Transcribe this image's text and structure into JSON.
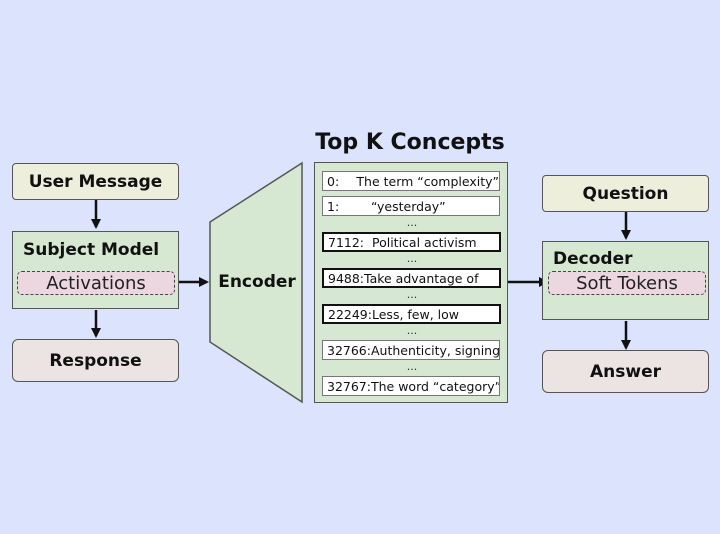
{
  "left": {
    "user_message": "User Message",
    "subject_model": "Subject Model",
    "activations": "Activations",
    "response": "Response"
  },
  "encoder": {
    "label": "Encoder"
  },
  "concepts": {
    "title": "Top K Concepts",
    "items": [
      {
        "index": "0:",
        "text": "The term “complexity”",
        "highlighted": false
      },
      {
        "index": "1:",
        "text": "“yesterday”",
        "highlighted": false
      },
      {
        "index": "7112:",
        "text": "Political activism",
        "highlighted": true
      },
      {
        "index": "9488:",
        "text": "Take advantage of",
        "highlighted": true
      },
      {
        "index": "22249:",
        "text": "Less, few, low",
        "highlighted": true
      },
      {
        "index": "32766:",
        "text": "Authenticity, signing",
        "highlighted": false
      },
      {
        "index": "32767:",
        "text": "The word “category”",
        "highlighted": false
      }
    ],
    "ellipsis": "..."
  },
  "right": {
    "question": "Question",
    "decoder": "Decoder",
    "soft_tokens": "Soft Tokens",
    "answer": "Answer"
  }
}
